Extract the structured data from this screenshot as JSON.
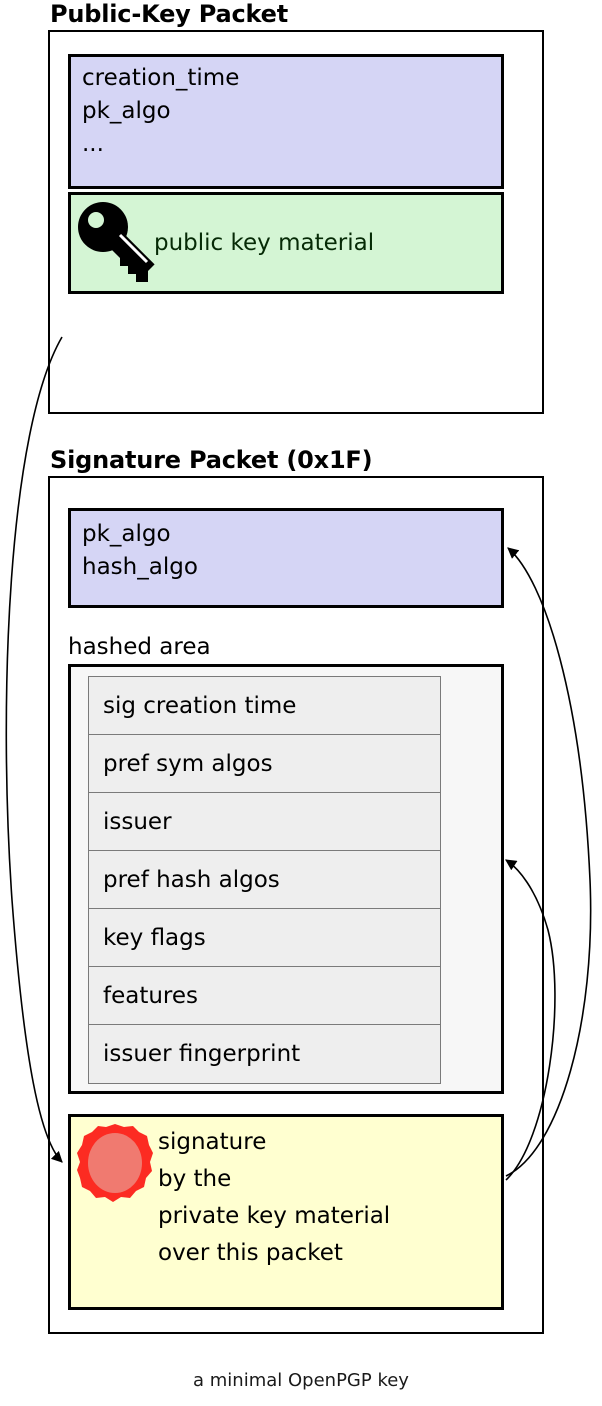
{
  "caption": "a minimal OpenPGP key",
  "packets": [
    {
      "title": "Public-Key Packet",
      "header_fields": "creation_time\npk_algo\n...",
      "material_label": "public key material",
      "material_icon": "key-icon"
    },
    {
      "title": "Signature Packet (0x1F)",
      "header_fields": "pk_algo\nhash_algo",
      "hashed_area_label": "hashed area",
      "subpackets": [
        "sig creation time",
        "pref sym algos",
        "issuer",
        "pref hash algos",
        "key flags",
        "features",
        "issuer fingerprint"
      ],
      "signature_text": "signature\nby the\nprivate key material\nover this packet",
      "signature_icon": "wax-seal-icon"
    }
  ],
  "colors": {
    "header_block": "#d5d5f5",
    "key_material_block": "#d4f5d4",
    "hashed_area_block": "#f7f7f7",
    "subpacket_row": "#eeeeee",
    "signature_block": "#ffffd0",
    "seal_outer": "#fc2b22",
    "seal_inner": "#f07a70",
    "frame_stroke": "#000000"
  }
}
